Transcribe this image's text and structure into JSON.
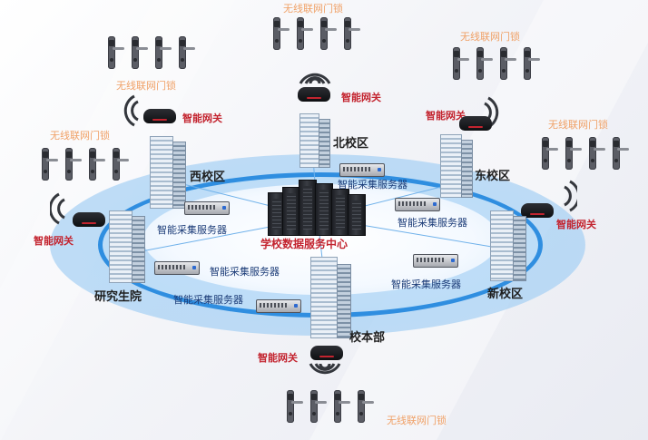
{
  "labels": {
    "wireless_lock": "无线联网门锁",
    "smart_gateway": "智能网关",
    "collect_server": "智能采集服务器",
    "data_center": "学校数据服务中心"
  },
  "campuses": {
    "north": "北校区",
    "west": "西校区",
    "east": "东校区",
    "graduate": "研究生院",
    "new": "新校区",
    "main": "校本部"
  },
  "colors": {
    "lock_label": "#f0a167",
    "gateway_label": "#c3242f",
    "server_label": "#1c3c78",
    "ring_blue": "#2f8ee0"
  },
  "icons": [
    "door-lock-icon",
    "wifi-signal-icon",
    "gateway-router-icon",
    "campus-building-icon",
    "server-icon",
    "data-center-rack-icon"
  ]
}
